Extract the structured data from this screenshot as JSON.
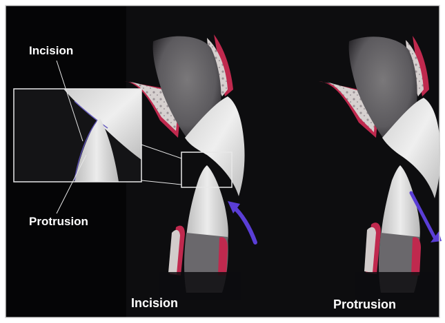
{
  "labels": {
    "inset_top": "Incision",
    "inset_bottom": "Protrusion",
    "panel_left": "Incision",
    "panel_right": "Protrusion"
  },
  "colors": {
    "background": "#0d0d0f",
    "gingiva": "#c0294e",
    "bone": "#d8d2d0",
    "tooth": "#e6e6e6",
    "arrow": "#5a3ed6",
    "inset_frame": "#e8e8e8"
  }
}
